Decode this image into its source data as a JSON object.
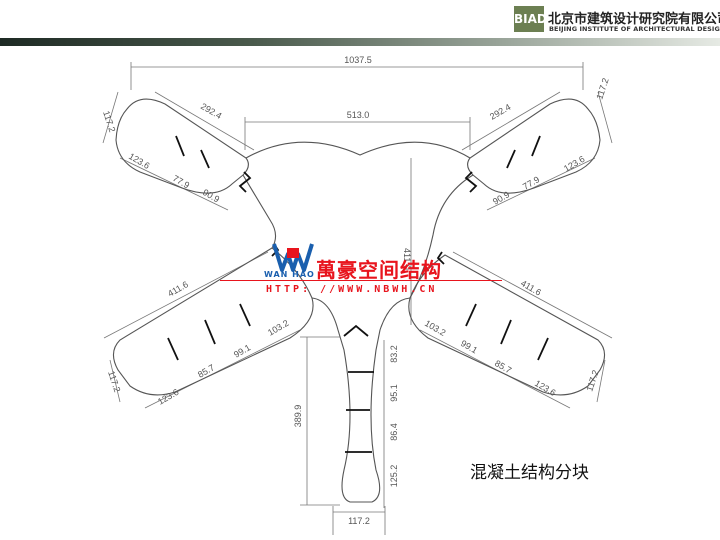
{
  "header": {
    "logo_text": "BIAD",
    "org_cn": "北京市建筑设计研究院有限公司",
    "org_en": "BEIJING INSTITUTE OF ARCHITECTURAL DESIGN"
  },
  "watermark": {
    "title": "萬豪空间结构",
    "url": "HTTP: //WWW.NBWH.CN",
    "logo_text": "WAN HAO"
  },
  "dimensions": {
    "overall_width": "1037.5",
    "core_width": "513.0",
    "ul_arm_len": "292.4",
    "ul_arm_width": "117.2",
    "ul_seg1": "123.6",
    "ul_seg2": "77.9",
    "ul_seg3": "90.9",
    "ur_arm_len": "292.4",
    "ur_arm_width": "117.2",
    "ur_seg1": "123.6",
    "ur_seg2": "77.9",
    "ur_seg3": "90.9",
    "core_height": "411.0",
    "ll_arm_len": "411.6",
    "ll_arm_width": "117.2",
    "ll_seg1": "123.6",
    "ll_seg2": "85.7",
    "ll_seg3": "99.1",
    "ll_seg4": "103.2",
    "lr_arm_len": "411.6",
    "lr_arm_width": "117.2",
    "lr_seg1": "103.2",
    "lr_seg2": "99.1",
    "lr_seg3": "85.7",
    "lr_seg4": "123.6",
    "b_arm_len": "389.9",
    "b_seg1": "83.2",
    "b_seg2": "95.1",
    "b_seg3": "86.4",
    "b_seg4": "125.2",
    "b_arm_width": "117.2"
  },
  "caption": "混凝土结构分块"
}
